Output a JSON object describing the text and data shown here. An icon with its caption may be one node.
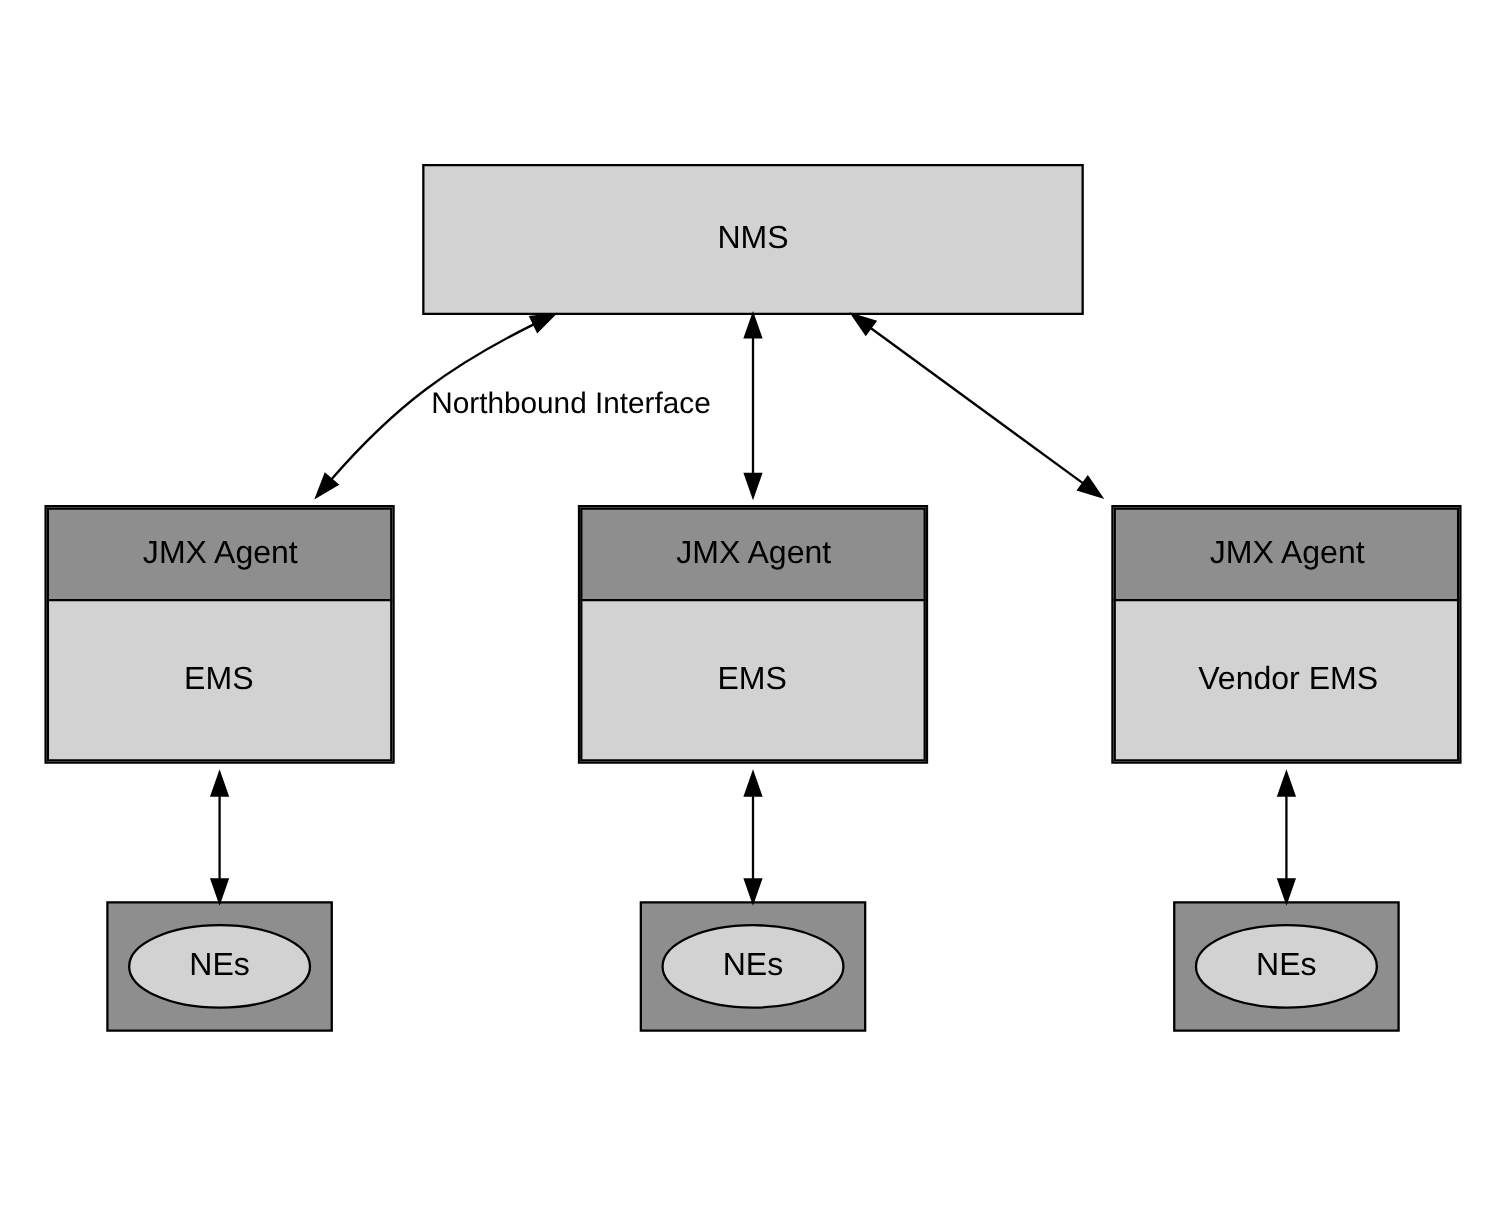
{
  "diagram": {
    "nodes": [
      {
        "text": [
          "NMS"
        ]
      },
      {
        "text": [
          "JMX Agent",
          "EMS"
        ]
      },
      {
        "text": [
          "JMX Agent",
          "EMS"
        ]
      },
      {
        "text": [
          "JMX Agent",
          "Vendor EMS"
        ]
      },
      {
        "text": [],
        "shape": "box"
      },
      {
        "text": [
          "NEs"
        ],
        "in": 4
      },
      {
        "text": [],
        "shape": "box"
      },
      {
        "text": [
          "NEs"
        ],
        "in": 6
      },
      {
        "text": [],
        "shape": "box"
      },
      {
        "text": [
          "NEs"
        ],
        "in": 8
      }
    ],
    "edges": [
      {
        "from": 0,
        "to": 1,
        "arrow": "both",
        "label": "Northbound Interface"
      },
      {
        "from": 0,
        "to": 2,
        "arrow": "both"
      },
      {
        "from": 0,
        "to": 3,
        "arrow": "both"
      },
      {
        "from": 1,
        "to": 4,
        "arrow": "both"
      },
      {
        "from": 2,
        "to": 6,
        "arrow": "both"
      },
      {
        "from": 3,
        "to": 8,
        "arrow": "both"
      }
    ]
  }
}
